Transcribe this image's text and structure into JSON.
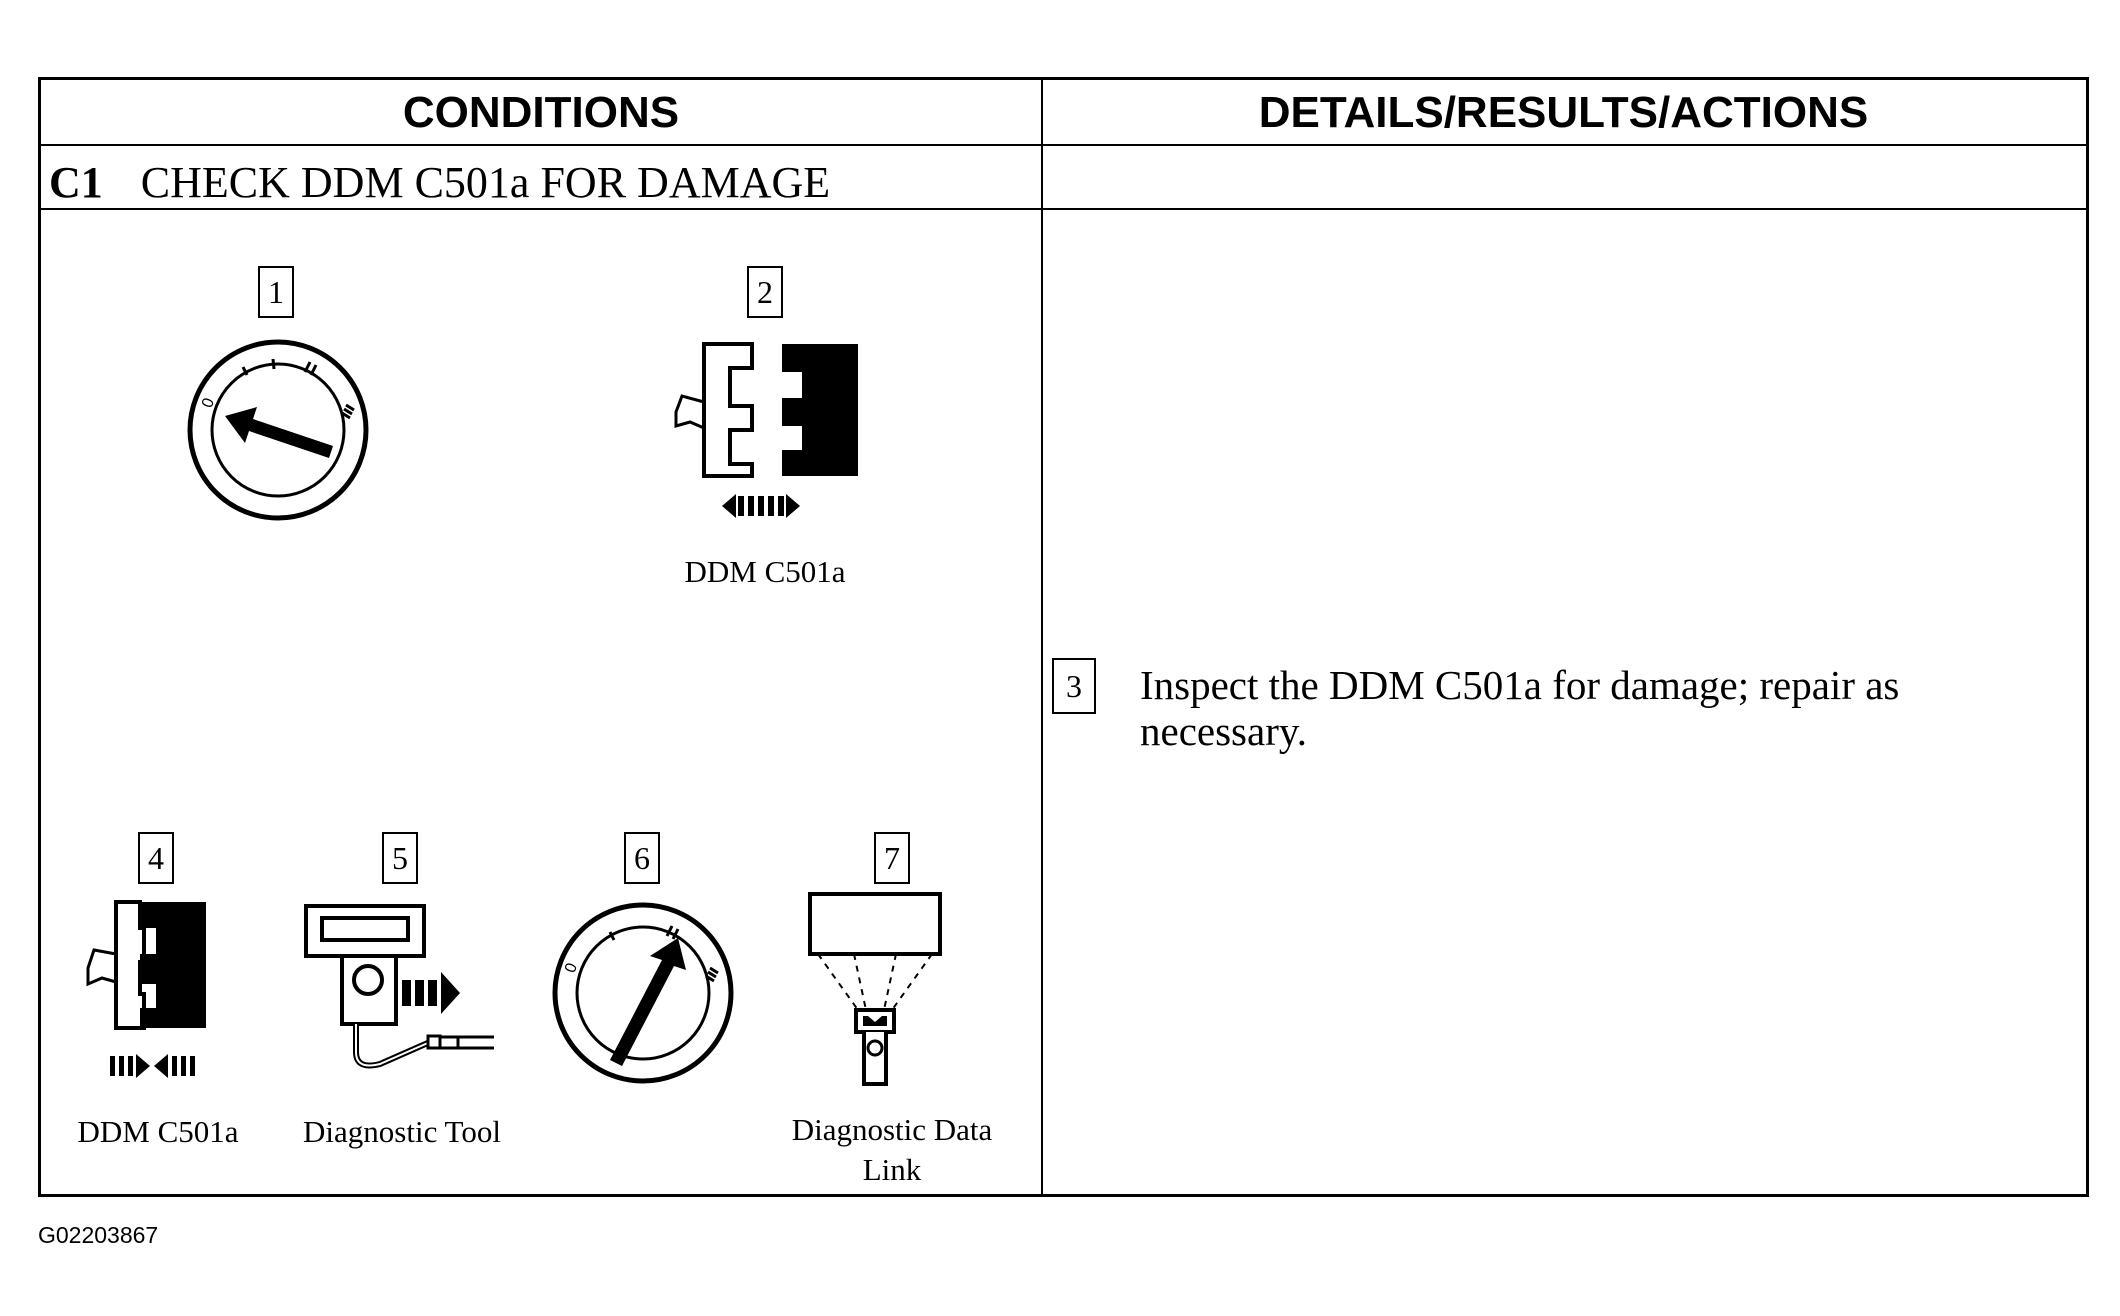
{
  "header": {
    "conditions": "CONDITIONS",
    "details": "DETAILS/RESULTS/ACTIONS"
  },
  "step": {
    "id": "C1",
    "title": "CHECK DDM C501a FOR DAMAGE"
  },
  "figures": [
    {
      "number": "1",
      "icon": "ignition-switch-icon",
      "position_label": "0"
    },
    {
      "number": "2",
      "icon": "connector-disconnect-icon",
      "caption": "DDM C501a"
    },
    {
      "number": "4",
      "icon": "connector-connect-icon",
      "caption": "DDM C501a"
    },
    {
      "number": "5",
      "icon": "diagnostic-tool-icon",
      "caption": "Diagnostic Tool"
    },
    {
      "number": "6",
      "icon": "ignition-switch-icon",
      "position_label": "II"
    },
    {
      "number": "7",
      "icon": "diagnostic-data-link-icon",
      "caption": "Diagnostic Data Link"
    }
  ],
  "action": {
    "number": "3",
    "text": "Inspect the DDM C501a for damage; repair as necessary."
  },
  "figure_id": "G02203867"
}
